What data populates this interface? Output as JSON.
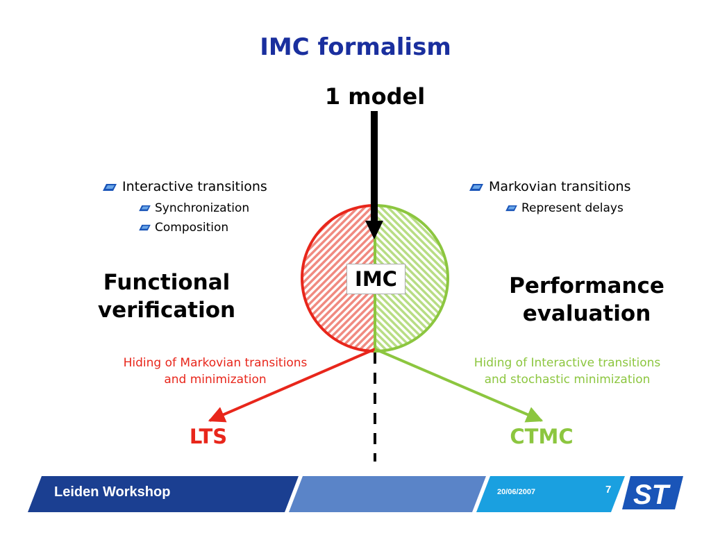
{
  "slide": {
    "title": "IMC formalism",
    "top_label": "1 model",
    "center_label": "IMC"
  },
  "left": {
    "bullet": "Interactive transitions",
    "subbullets": [
      "Synchronization",
      "Composition"
    ],
    "heading_line1": "Functional",
    "heading_line2": "verification",
    "arrow_note_line1": "Hiding of Markovian transitions",
    "arrow_note_line2": "and minimization",
    "result": "LTS"
  },
  "right": {
    "bullet": "Markovian transitions",
    "subbullets": [
      "Represent delays"
    ],
    "heading_line1": "Performance",
    "heading_line2": "evaluation",
    "arrow_note_line1": "Hiding of Interactive transitions",
    "arrow_note_line2": "and stochastic minimization",
    "result": "CTMC"
  },
  "footer": {
    "event": "Leiden Workshop",
    "date": "20/06/2007",
    "page": "7",
    "logo_text": "ST"
  },
  "colors": {
    "title": "#1a2f9e",
    "red": "#e8261b",
    "green": "#8cc63f",
    "footer_dark": "#1b3f91",
    "footer_mid": "#5a84c8",
    "footer_light": "#1aa0e0"
  },
  "icons": {
    "bullet": "blue-parallelogram-bullet-icon",
    "logo": "st-logo-icon"
  }
}
